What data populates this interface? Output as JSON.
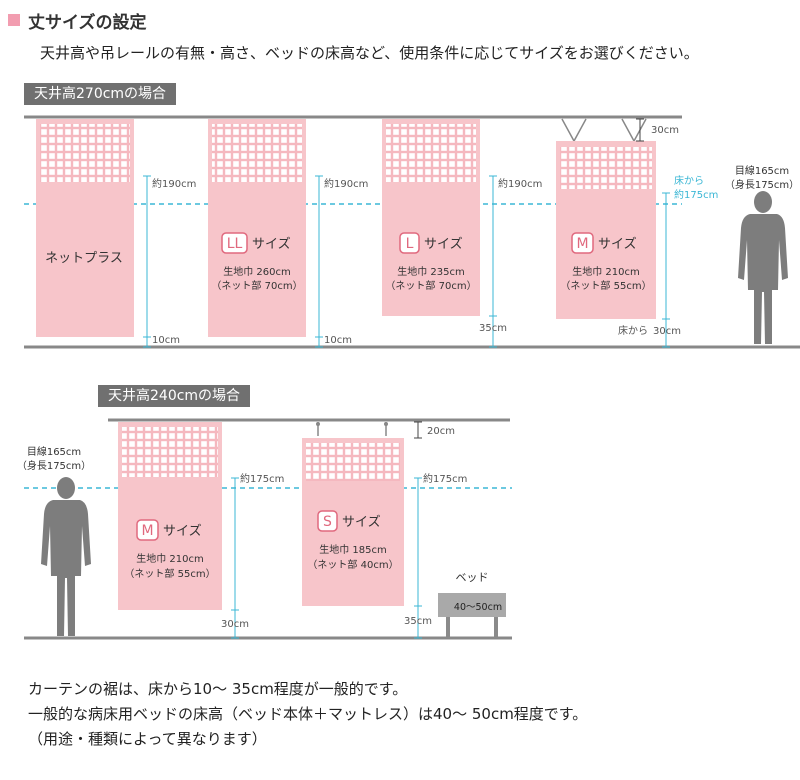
{
  "header": {
    "title": "丈サイズの設定",
    "intro": "天井高や吊レールの有無・高さ、ベッドの床高など、使用条件に応じてサイズをお選びください。"
  },
  "s1": {
    "band": "天井高270cmの場合",
    "eye": [
      "目線165cm",
      "（身長175cm）"
    ],
    "netplus": "ネットプラス",
    "ll": {
      "letter": "LL",
      "suffix": "サイズ",
      "width": "生地巾 260cm",
      "net": "（ネット部 70cm）"
    },
    "l": {
      "letter": "L",
      "suffix": "サイズ",
      "width": "生地巾 235cm",
      "net": "（ネット部 70cm）"
    },
    "m": {
      "letter": "M",
      "suffix": "サイズ",
      "width": "生地巾 210cm",
      "net": "（ネット部 55cm）"
    },
    "approx190": "約190cm",
    "approx175": "約175cm",
    "from_floor": "床から",
    "d10": "10cm",
    "d35": "35cm",
    "d30": "30cm",
    "top30": "30cm"
  },
  "s2": {
    "band": "天井高240cmの場合",
    "eye": [
      "目線165cm",
      "（身長175cm）"
    ],
    "m": {
      "letter": "M",
      "suffix": "サイズ",
      "width": "生地巾 210cm",
      "net": "（ネット部 55cm）"
    },
    "s": {
      "letter": "S",
      "suffix": "サイズ",
      "width": "生地巾 185cm",
      "net": "（ネット部 40cm）"
    },
    "approx175": "約175cm",
    "d30": "30cm",
    "d35": "35cm",
    "top20": "20cm",
    "bed": "ベッド",
    "bed_h": "40～50cm"
  },
  "notes": [
    "カーテンの裾は、床から10～ 35cm程度が一般的です。",
    "一般的な病床用ベッドの床高（ベッド本体＋マットレス）は40～ 50cm程度です。",
    "（用途・種類によって異なります）"
  ],
  "colors": {
    "pink": "#f7c5ca",
    "accent": "#e0697e",
    "dash": "#3bb7d5",
    "line": "#888888"
  }
}
